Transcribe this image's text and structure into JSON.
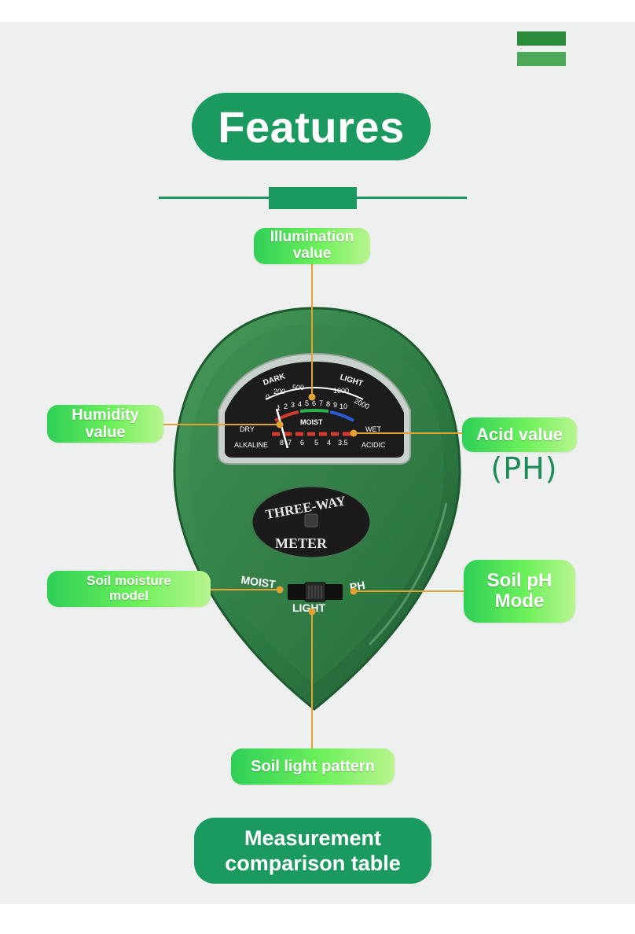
{
  "title": "Features",
  "labels": {
    "illumination": "Illumination\nvalue",
    "humidity": "Humidity\nvalue",
    "acid": "Acid value",
    "acid_unit": "(PH)",
    "soil_moisture": "Soil moisture\nmodel",
    "soil_ph": "Soil pH\nMode",
    "soil_light": "Soil light pattern"
  },
  "bottom_button": "Measurement\ncomparison table",
  "meter": {
    "brand_top": "THREE-WAY",
    "brand_bottom": "METER",
    "dial": {
      "dark": "DARK",
      "light": "LIGHT",
      "lux_ticks": [
        "0",
        "200",
        "500",
        "1000",
        "2000"
      ],
      "moist_ticks": [
        "1",
        "2",
        "3",
        "4",
        "5",
        "6",
        "7",
        "8",
        "9",
        "10"
      ],
      "dry": "DRY",
      "moist": "MOIST",
      "wet": "WET",
      "alkaline": "ALKALINE",
      "acidic": "ACIDIC",
      "ph_ticks": [
        "8",
        "7",
        "6",
        "5",
        "4",
        "3.5"
      ]
    },
    "switch": {
      "moist": "MOIST",
      "light": "LIGHT",
      "ph": "PH"
    }
  },
  "colors": {
    "accent": "#1a9a5e",
    "device_green": "#2f7e45",
    "leader_line": "#e3a232"
  }
}
